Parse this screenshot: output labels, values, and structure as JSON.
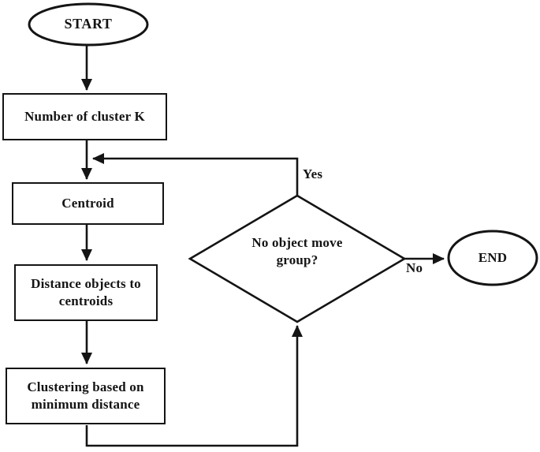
{
  "flowchart": {
    "nodes": {
      "start": {
        "type": "terminator",
        "label": "START"
      },
      "number_of_cluster_k": {
        "type": "process",
        "label": "Number of cluster K"
      },
      "centroid": {
        "type": "process",
        "label": "Centroid"
      },
      "distance_objects_to_centroids": {
        "type": "process",
        "label": "Distance objects to centroids"
      },
      "clustering_based_on_minimum_distance": {
        "type": "process",
        "label": "Clustering based on minimum distance"
      },
      "decision": {
        "type": "decision",
        "label": "No object move group?"
      },
      "end": {
        "type": "terminator",
        "label": "END"
      }
    },
    "edge_labels": {
      "yes": "Yes",
      "no": "No"
    },
    "colors": {
      "stroke": "#141414",
      "text": "#141414",
      "background": "#ffffff"
    }
  }
}
